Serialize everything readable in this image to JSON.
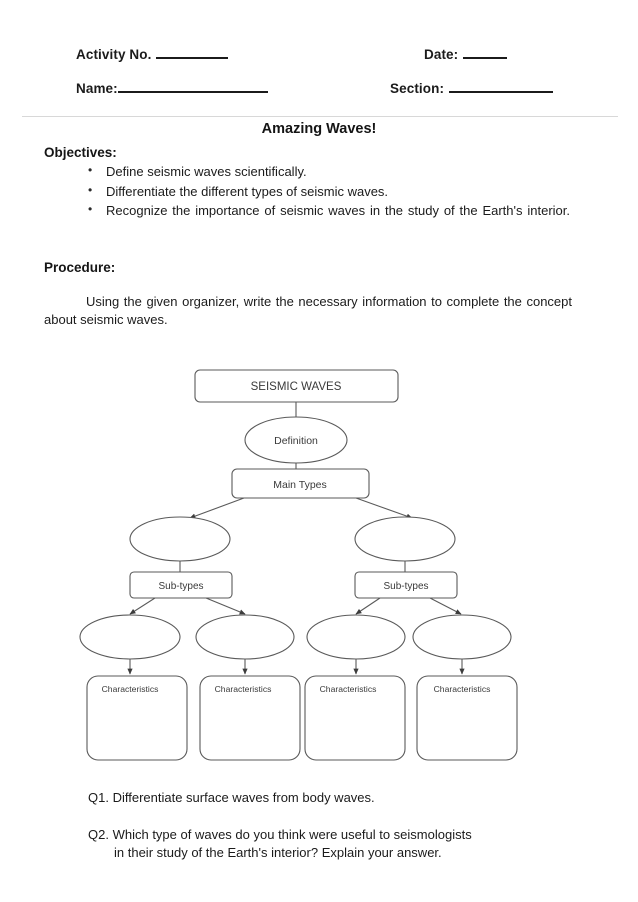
{
  "header": {
    "activity_label": "Activity No.",
    "date_label": "Date:",
    "name_label": "Name:",
    "section_label": "Section:"
  },
  "title": "Amazing Waves!",
  "objectives": {
    "label": "Objectives:",
    "items": [
      "Define seismic waves scientifically.",
      "Differentiate the different types of seismic waves.",
      "Recognize the importance of seismic waves in the study of the Earth's interior."
    ]
  },
  "procedure": {
    "label": "Procedure:",
    "text": "Using the given organizer, write the necessary information to complete the concept about seismic waves."
  },
  "organizer": {
    "root_label": "SEISMIC WAVES",
    "definition_label": "Definition",
    "main_types_label": "Main Types",
    "type_ellipses": [
      "",
      ""
    ],
    "sub_types_labels": [
      "Sub-types",
      "Sub-types"
    ],
    "sub_type_ellipses": [
      "",
      "",
      "",
      ""
    ],
    "characteristics_labels": [
      "Characteristics",
      "Characteristics",
      "Characteristics",
      "Characteristics"
    ]
  },
  "questions": [
    {
      "number": "Q1.",
      "text": "Differentiate surface waves from body waves."
    },
    {
      "number": "Q2.",
      "text": "Which type of waves do you think were useful to seismologists",
      "text_cont": "in their study of the Earth's interior? Explain your answer."
    }
  ],
  "colors": {
    "page_background": "#ffffff",
    "text": "#1b1b1b",
    "diagram_stroke": "#5a5a5a",
    "divider": "#d8d8d8"
  }
}
